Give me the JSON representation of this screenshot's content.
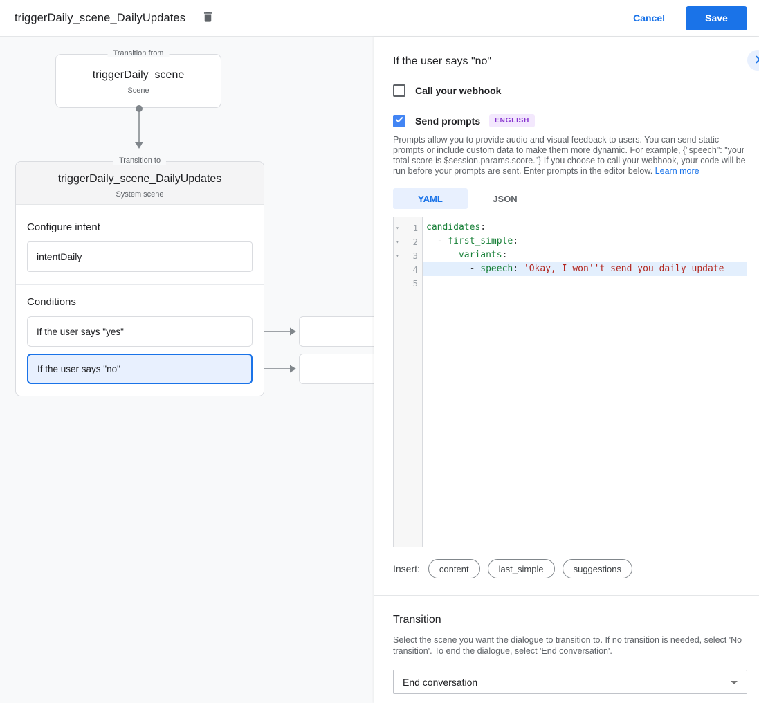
{
  "header": {
    "title": "triggerDaily_scene_DailyUpdates",
    "cancel_label": "Cancel",
    "save_label": "Save"
  },
  "canvas": {
    "from_node": {
      "legend": "Transition from",
      "title": "triggerDaily_scene",
      "subtitle": "Scene"
    },
    "to_node": {
      "legend": "Transition to",
      "title": "triggerDaily_scene_DailyUpdates",
      "subtitle": "System scene",
      "intent_section_label": "Configure intent",
      "intent_value": "intentDaily",
      "conditions_label": "Conditions",
      "conditions": [
        {
          "label": "If the user says \"yes\"",
          "selected": false
        },
        {
          "label": "If the user says \"no\"",
          "selected": true
        }
      ]
    }
  },
  "panel": {
    "title": "If the user says \"no\"",
    "webhook_label": "Call your webhook",
    "prompts_label": "Send prompts",
    "language_badge": "ENGLISH",
    "description": "Prompts allow you to provide audio and visual feedback to users. You can send static prompts or include custom data to make them more dynamic. For example, {\"speech\": \"your total score is $session.params.score.\"} If you choose to call your webhook, your code will be run before your prompts are sent. Enter prompts in the editor below. ",
    "learn_more_label": "Learn more",
    "tabs": [
      {
        "label": "YAML",
        "active": true
      },
      {
        "label": "JSON",
        "active": false
      }
    ],
    "editor": {
      "lines": [
        {
          "num": 1,
          "fold": true,
          "active": false,
          "tokens": [
            {
              "type": "key",
              "text": "candidates"
            },
            {
              "type": "plain",
              "text": ":"
            }
          ]
        },
        {
          "num": 2,
          "fold": true,
          "active": false,
          "tokens": [
            {
              "type": "plain",
              "text": "  - "
            },
            {
              "type": "key",
              "text": "first_simple"
            },
            {
              "type": "plain",
              "text": ":"
            }
          ]
        },
        {
          "num": 3,
          "fold": true,
          "active": false,
          "tokens": [
            {
              "type": "plain",
              "text": "      "
            },
            {
              "type": "key",
              "text": "variants"
            },
            {
              "type": "plain",
              "text": ":"
            }
          ]
        },
        {
          "num": 4,
          "fold": false,
          "active": true,
          "tokens": [
            {
              "type": "plain",
              "text": "        - "
            },
            {
              "type": "key",
              "text": "speech"
            },
            {
              "type": "plain",
              "text": ": "
            },
            {
              "type": "string",
              "text": "'Okay, I won''t send you daily update"
            }
          ]
        },
        {
          "num": 5,
          "fold": false,
          "active": false,
          "tokens": []
        }
      ]
    },
    "insert_label": "Insert:",
    "chips": [
      "content",
      "last_simple",
      "suggestions"
    ],
    "transition": {
      "title": "Transition",
      "description": "Select the scene you want the dialogue to transition to. If no transition is needed, select 'No transition'. To end the dialogue, select 'End conversation'.",
      "selected_value": "End conversation"
    }
  },
  "colors": {
    "accent": "#1a73e8",
    "checkbox_checked": "#4285f4",
    "selected_condition_bg": "#e8f0fe",
    "badge_bg": "#f3e8fd",
    "badge_text": "#8430ce",
    "code_key": "#188038",
    "code_string": "#b3261e",
    "active_line_bg": "#e3effd"
  }
}
